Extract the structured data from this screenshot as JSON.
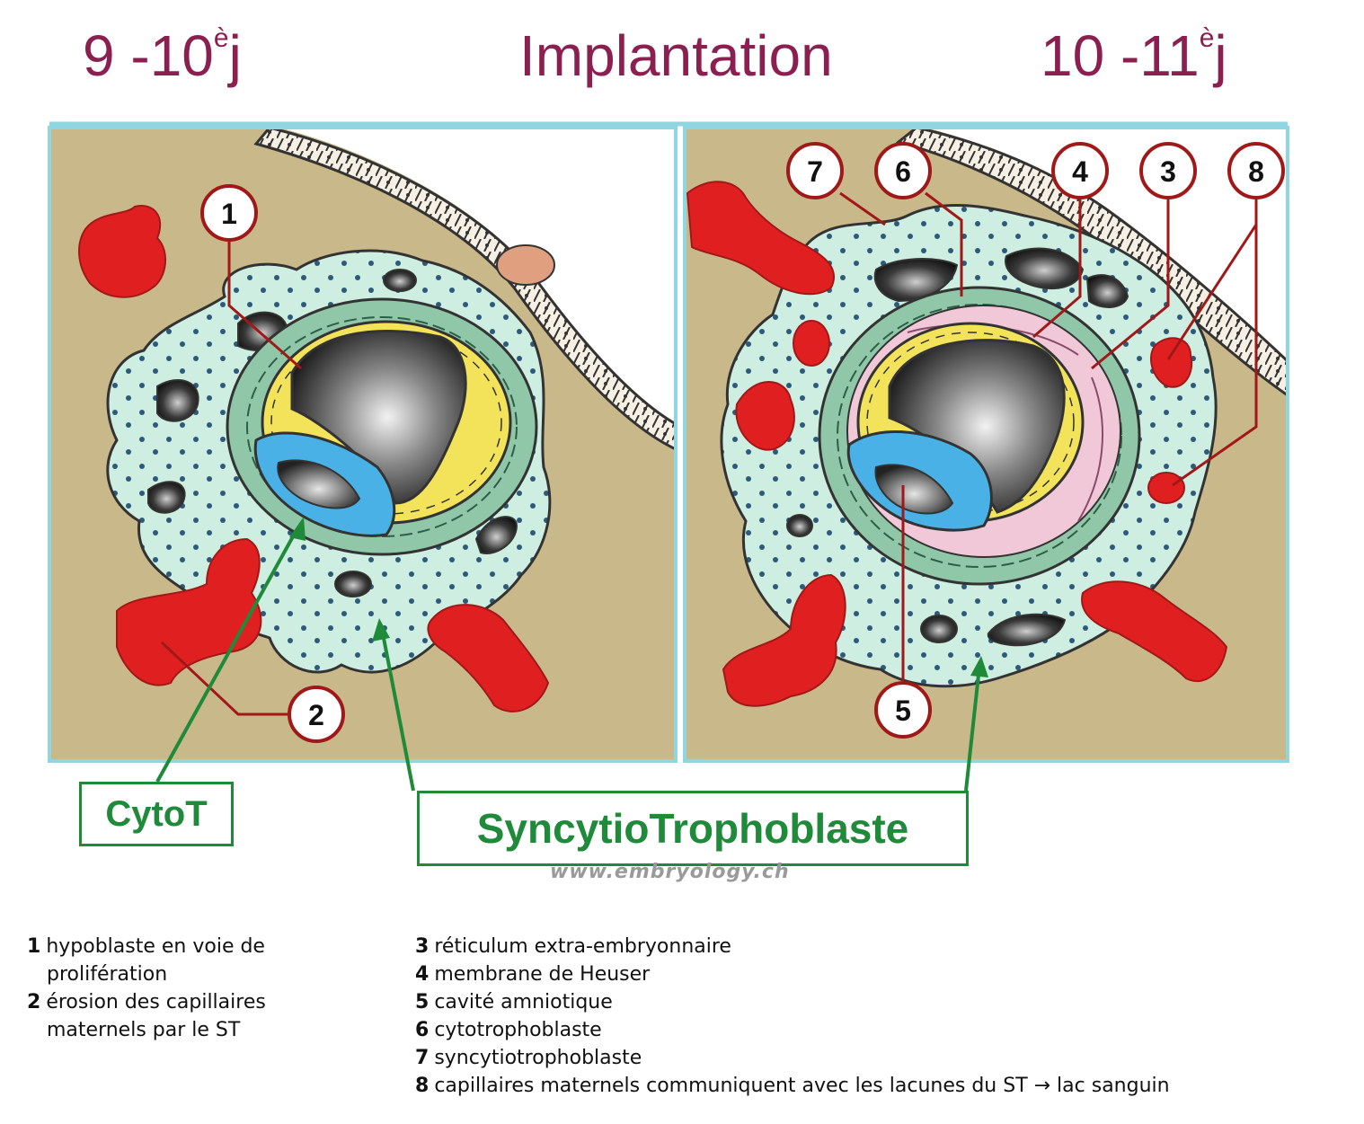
{
  "titles": {
    "left_day_num": "9 -10",
    "left_day_sup": "è",
    "left_day_j": "j",
    "center": "Implantation",
    "right_day_num": "10 -11",
    "right_day_sup": "è",
    "right_day_j": "j"
  },
  "markers": [
    "1",
    "2",
    "3",
    "4",
    "5",
    "6",
    "7",
    "8"
  ],
  "boxes": {
    "cytot": "CytoT",
    "syncytio": "SyncytioTrophoblaste"
  },
  "watermark": "www.embryology.ch",
  "legend": {
    "left": [
      {
        "num": "1",
        "lines": [
          "hypoblaste en voie de",
          "prolifération"
        ]
      },
      {
        "num": "2",
        "lines": [
          "érosion des capillaires",
          "maternels  par le ST"
        ]
      }
    ],
    "right": [
      {
        "num": "3",
        "text": "réticulum extra-embryonnaire"
      },
      {
        "num": "4",
        "text": "membrane de Heuser"
      },
      {
        "num": "5",
        "text": "cavité amniotique"
      },
      {
        "num": "6",
        "text": "cytotrophoblaste"
      },
      {
        "num": "7",
        "text": "syncytiotrophoblaste"
      },
      {
        "num": "8",
        "text": "capillaires maternels communiquent avec les lacunes du ST → lac sanguin"
      }
    ]
  },
  "colors": {
    "title": "#8a1f50",
    "endometrium": "#c9b98a",
    "syncytio": "#cdeee0",
    "cytotroph": "#8fc7a8",
    "epiblast_yellow": "#f2e35a",
    "hypoblast_blue": "#4ab1e6",
    "blood": "#e02020",
    "reticulum": "#f0c8d8",
    "arrow_green": "#1f8a3a",
    "marker_red": "#a01818",
    "frame": "#8fd6e0"
  }
}
